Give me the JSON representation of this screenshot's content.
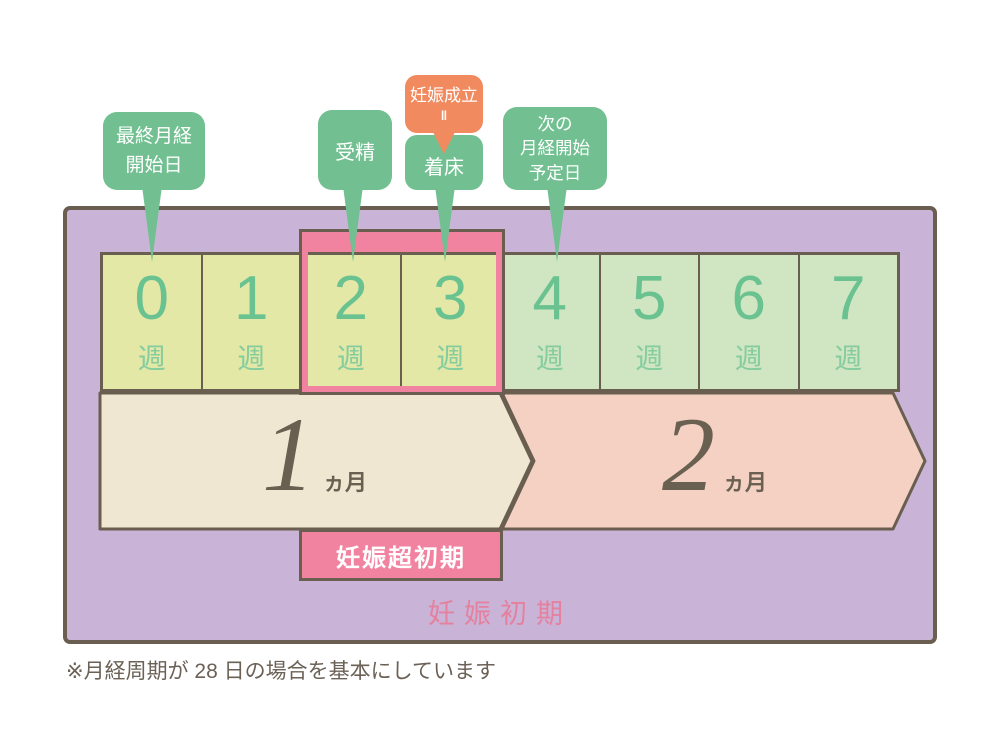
{
  "callouts": {
    "last_period": {
      "line1": "最終月経",
      "line2": "開始日"
    },
    "fertilization": {
      "label": "受精"
    },
    "established": {
      "label": "妊娠成立",
      "equals": "‖"
    },
    "implantation": {
      "label": "着床"
    },
    "next_period": {
      "line1": "次の",
      "line2": "月経開始",
      "line3": "予定日"
    }
  },
  "weeks": {
    "unit": "週",
    "cells": [
      {
        "num": "0"
      },
      {
        "num": "1"
      },
      {
        "num": "2"
      },
      {
        "num": "3"
      },
      {
        "num": "4"
      },
      {
        "num": "5"
      },
      {
        "num": "6"
      },
      {
        "num": "7"
      }
    ]
  },
  "months": {
    "cells": [
      {
        "num": "1",
        "unit": "ヵ月"
      },
      {
        "num": "2",
        "unit": "ヵ月"
      }
    ]
  },
  "labels": {
    "very_early": "妊娠超初期",
    "early": "妊娠初期"
  },
  "note": "※月経周期が 28 日の場合を基本にしています",
  "colors": {
    "board_purple": "#c9b4d8",
    "border_brown": "#6a5e50",
    "week_yellow_green": "#e3e8a6",
    "week_light_green": "#d0e5c1",
    "week_number_green": "#69c28f",
    "bubble_green": "#72c091",
    "bubble_orange": "#f18a5e",
    "highlight_pink": "#f283a0",
    "month1_beige": "#efe7d1",
    "month2_salmon": "#f4d1c3",
    "month_text": "#6a6052",
    "early_label_pink": "#e5809e",
    "note_text": "#6b6156"
  }
}
